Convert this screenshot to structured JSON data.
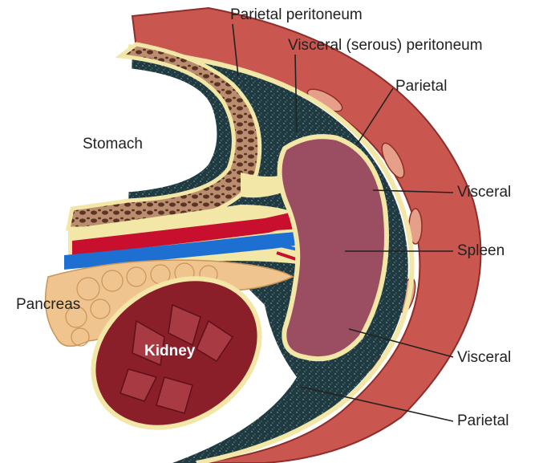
{
  "diagram": {
    "labels": {
      "parietal_peritoneum": "Parietal peritoneum",
      "visceral_serous_peritoneum": "Visceral (serous) peritoneum",
      "parietal_upper": "Parietal",
      "visceral_upper": "Visceral",
      "spleen": "Spleen",
      "visceral_lower": "Visceral",
      "parietal_lower": "Parietal",
      "stomach": "Stomach",
      "pancreas": "Pancreas",
      "kidney": "Kidney"
    },
    "colors": {
      "body_wall": "#c9574f",
      "body_wall_dark": "#8e2d2a",
      "rib": "#e6a089",
      "peritoneal_cavity": "#1f3a40",
      "peritoneum_line": "#f2e7a6",
      "spleen": "#9b4d62",
      "kidney": "#8a1f2a",
      "stomach_wall": "#6b4a3a",
      "pancreas": "#f0c48e",
      "artery": "#c8102e",
      "vein": "#1d6fd1"
    }
  }
}
